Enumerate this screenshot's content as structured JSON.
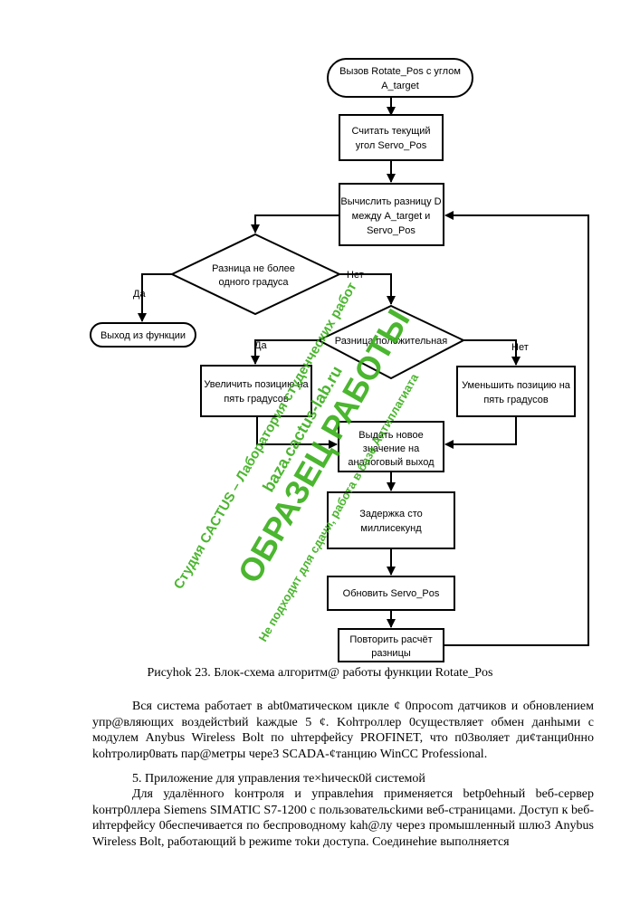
{
  "flowchart": {
    "start": [
      "Вызов Rotate_Pos с углом",
      "A_target"
    ],
    "read": [
      "Считать текущий",
      "угол Servo_Pos"
    ],
    "compute": [
      "Вычислить разницу D",
      "между A_target и",
      "Servo_Pos"
    ],
    "decision1": [
      "Разница не более",
      "одного градуса"
    ],
    "exit": "Выход из функции",
    "decision2": "Разница положительная",
    "increase": [
      "Увеличить позицию на",
      "пять градусов"
    ],
    "decrease": [
      "Уменьшить позицию на",
      "пять градусов"
    ],
    "output": [
      "Выдать новое",
      "значение на",
      "аналоговый выход"
    ],
    "delay": [
      "Задержка сто",
      "миллисекунд"
    ],
    "update": "Обновить Servo_Pos",
    "repeat": [
      "Повторить расчёт",
      "разницы"
    ],
    "yes": "Да",
    "no": "Нет"
  },
  "watermark": {
    "line1": "Студия CACTUS – Лаборатория студенческих работ",
    "line2": "baza.cactus-lab.ru",
    "line3": "ОБРАЗЕЦ РАБОТЫ",
    "line4": "Не подходит для сдачи, работа в базе Антиплагиата",
    "color": "#3cb01e"
  },
  "caption": "Рисуhok 23. Блок-схема алгоритм@ работы функции Rotate_Pos",
  "paragraphs": [
    "Вся система работает в abt0матическом цикле ¢ 0просоm датчиков и обновлением упр@вляющих воздейстbий kаждые 5 ¢. Kohтроллер 0существляет обмен данhыми с модулем Anybus Wireless Bolt по uhтерфейсу PROFINET, что п03воляет ди¢танци0нно kohтролир0вать пар@метры чере3 SCADA-¢танцию WinCC Professional.",
    "5. Приложение для управления те×hическ0й системой",
    "Для удалённого kонтроля и управлеhия применяется bеtр0еhный bеб-сервер kонтр0ллера Siemens SIMATIC S7-1200 с пользовательсkими веб-страницами. Доступ к bеб-иhтерфейсу 0беспечивается по беспроводному kah@лу через промышленный шлю3 Anybus Wireless Bolt, работающий b режиme тоkи доступа. Соединеhие выполняется"
  ]
}
